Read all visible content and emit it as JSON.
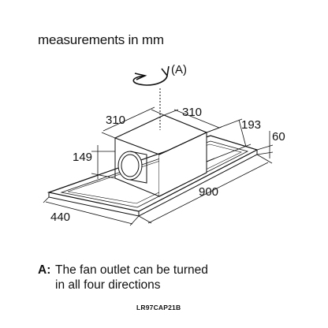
{
  "title": "measurements in mm",
  "diagram": {
    "rotation_label": "(A)",
    "dimensions": {
      "outlet_left": "310",
      "outlet_right": "310",
      "box_height": "193",
      "frame_height": "60",
      "outlet_height": "149",
      "length": "900",
      "width": "440"
    }
  },
  "note": {
    "key": "A:",
    "line1": "The fan outlet can be turned",
    "line2": "in all four directions"
  },
  "model_code": "LR97CAP21B"
}
